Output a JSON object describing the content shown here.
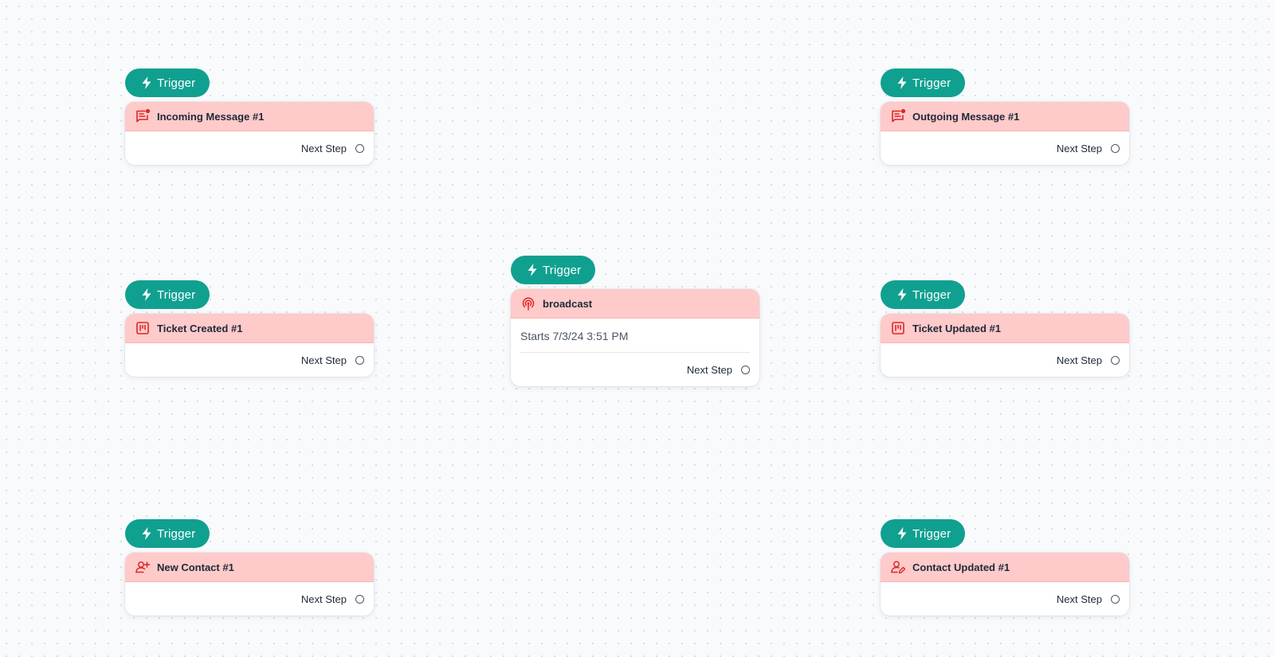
{
  "colors": {
    "trigger_pill": "#10a090",
    "card_header": "#fecaca",
    "icon_red": "#dc2626",
    "canvas_bg": "#f8fafc"
  },
  "nodes": [
    {
      "badge": "Trigger",
      "icon": "message-notification-icon",
      "title": "Incoming Message #1",
      "next_label": "Next Step"
    },
    {
      "badge": "Trigger",
      "icon": "message-notification-icon",
      "title": "Outgoing Message #1",
      "next_label": "Next Step"
    },
    {
      "badge": "Trigger",
      "icon": "ticket-board-icon",
      "title": "Ticket Created #1",
      "next_label": "Next Step"
    },
    {
      "badge": "Trigger",
      "icon": "broadcast-icon",
      "title": "broadcast",
      "detail": "Starts 7/3/24 3:51 PM",
      "next_label": "Next Step"
    },
    {
      "badge": "Trigger",
      "icon": "ticket-board-icon",
      "title": "Ticket Updated #1",
      "next_label": "Next Step"
    },
    {
      "badge": "Trigger",
      "icon": "user-plus-icon",
      "title": "New Contact #1",
      "next_label": "Next Step"
    },
    {
      "badge": "Trigger",
      "icon": "user-edit-icon",
      "title": "Contact Updated #1",
      "next_label": "Next Step"
    }
  ]
}
